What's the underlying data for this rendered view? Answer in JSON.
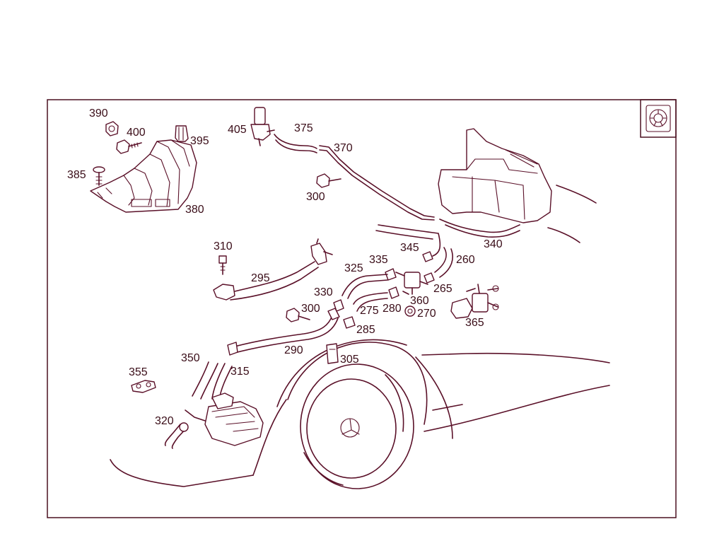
{
  "diagram": {
    "callouts": [
      {
        "id": "390",
        "text": "390"
      },
      {
        "id": "400",
        "text": "400"
      },
      {
        "id": "395",
        "text": "395"
      },
      {
        "id": "385",
        "text": "385"
      },
      {
        "id": "380",
        "text": "380"
      },
      {
        "id": "405",
        "text": "405"
      },
      {
        "id": "375",
        "text": "375"
      },
      {
        "id": "370",
        "text": "370"
      },
      {
        "id": "300a",
        "text": "300"
      },
      {
        "id": "310",
        "text": "310"
      },
      {
        "id": "295",
        "text": "295"
      },
      {
        "id": "345",
        "text": "345"
      },
      {
        "id": "340",
        "text": "340"
      },
      {
        "id": "335",
        "text": "335"
      },
      {
        "id": "325",
        "text": "325"
      },
      {
        "id": "260",
        "text": "260"
      },
      {
        "id": "265",
        "text": "265"
      },
      {
        "id": "330",
        "text": "330"
      },
      {
        "id": "360",
        "text": "360"
      },
      {
        "id": "275",
        "text": "275"
      },
      {
        "id": "280",
        "text": "280"
      },
      {
        "id": "270",
        "text": "270"
      },
      {
        "id": "365",
        "text": "365"
      },
      {
        "id": "300b",
        "text": "300"
      },
      {
        "id": "285",
        "text": "285"
      },
      {
        "id": "290",
        "text": "290"
      },
      {
        "id": "350",
        "text": "350"
      },
      {
        "id": "315",
        "text": "315"
      },
      {
        "id": "305",
        "text": "305"
      },
      {
        "id": "355",
        "text": "355"
      },
      {
        "id": "320",
        "text": "320"
      }
    ]
  },
  "colors": {
    "line": "#5a1028",
    "frame": "#4a1020",
    "background": "#ffffff"
  },
  "icons": {
    "corner_badge": "mercedes-parts-icon"
  }
}
